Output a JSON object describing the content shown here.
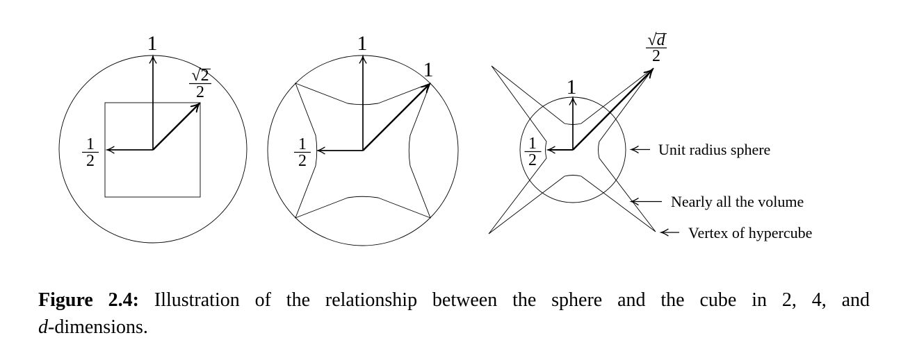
{
  "panel_2d": {
    "radius": "1",
    "half_diagonal": {
      "radical": "√",
      "radicand": "2",
      "den": "2"
    },
    "half_width": {
      "num": "1",
      "den": "2"
    }
  },
  "panel_4d": {
    "radius": "1",
    "vertex_distance": "1",
    "half_width": {
      "num": "1",
      "den": "2"
    }
  },
  "panel_dd": {
    "radius": "1",
    "vertex_distance": {
      "radical": "√",
      "radicand": "d",
      "den": "2"
    },
    "half_width": {
      "num": "1",
      "den": "2"
    },
    "annotations": {
      "sphere": "Unit radius sphere",
      "volume": "Nearly all the volume",
      "vertex": "Vertex of hypercube"
    }
  },
  "caption": {
    "label": "Figure 2.4:",
    "line1": "Illustration of the relationship between the sphere and the cube in 2, 4, and",
    "line2_italic": "d",
    "line2_rest": "-dimensions."
  }
}
